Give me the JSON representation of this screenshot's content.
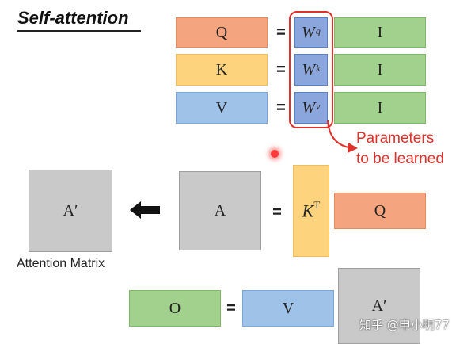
{
  "title": "Self-attention",
  "qkv": {
    "q_label": "Q",
    "k_label": "K",
    "v_label": "V",
    "equals": "=",
    "wq": "W",
    "wq_sup": "q",
    "wk": "W",
    "wk_sup": "k",
    "wv": "W",
    "wv_sup": "v",
    "i_label": "I"
  },
  "note": {
    "line1": "Parameters",
    "line2": "to be learned"
  },
  "attention": {
    "a_prime": "A′",
    "a": "A",
    "equals": "=",
    "kt": "K",
    "kt_sup": "T",
    "q": "Q",
    "caption": "Attention Matrix"
  },
  "output": {
    "o": "O",
    "equals": "=",
    "v": "V",
    "a_prime": "A′"
  },
  "watermark": "知乎 @申小明77",
  "colors": {
    "q": "#f4a57f",
    "k": "#fdd37e",
    "v": "#9fc3e8",
    "w": "#8aa6dc",
    "input": "#a2d18e",
    "matrix": "#c9c9c9",
    "highlight": "#e0302a"
  },
  "icons": {
    "arrow": "left-arrow-icon",
    "laser": "laser-pointer-dot-icon"
  }
}
